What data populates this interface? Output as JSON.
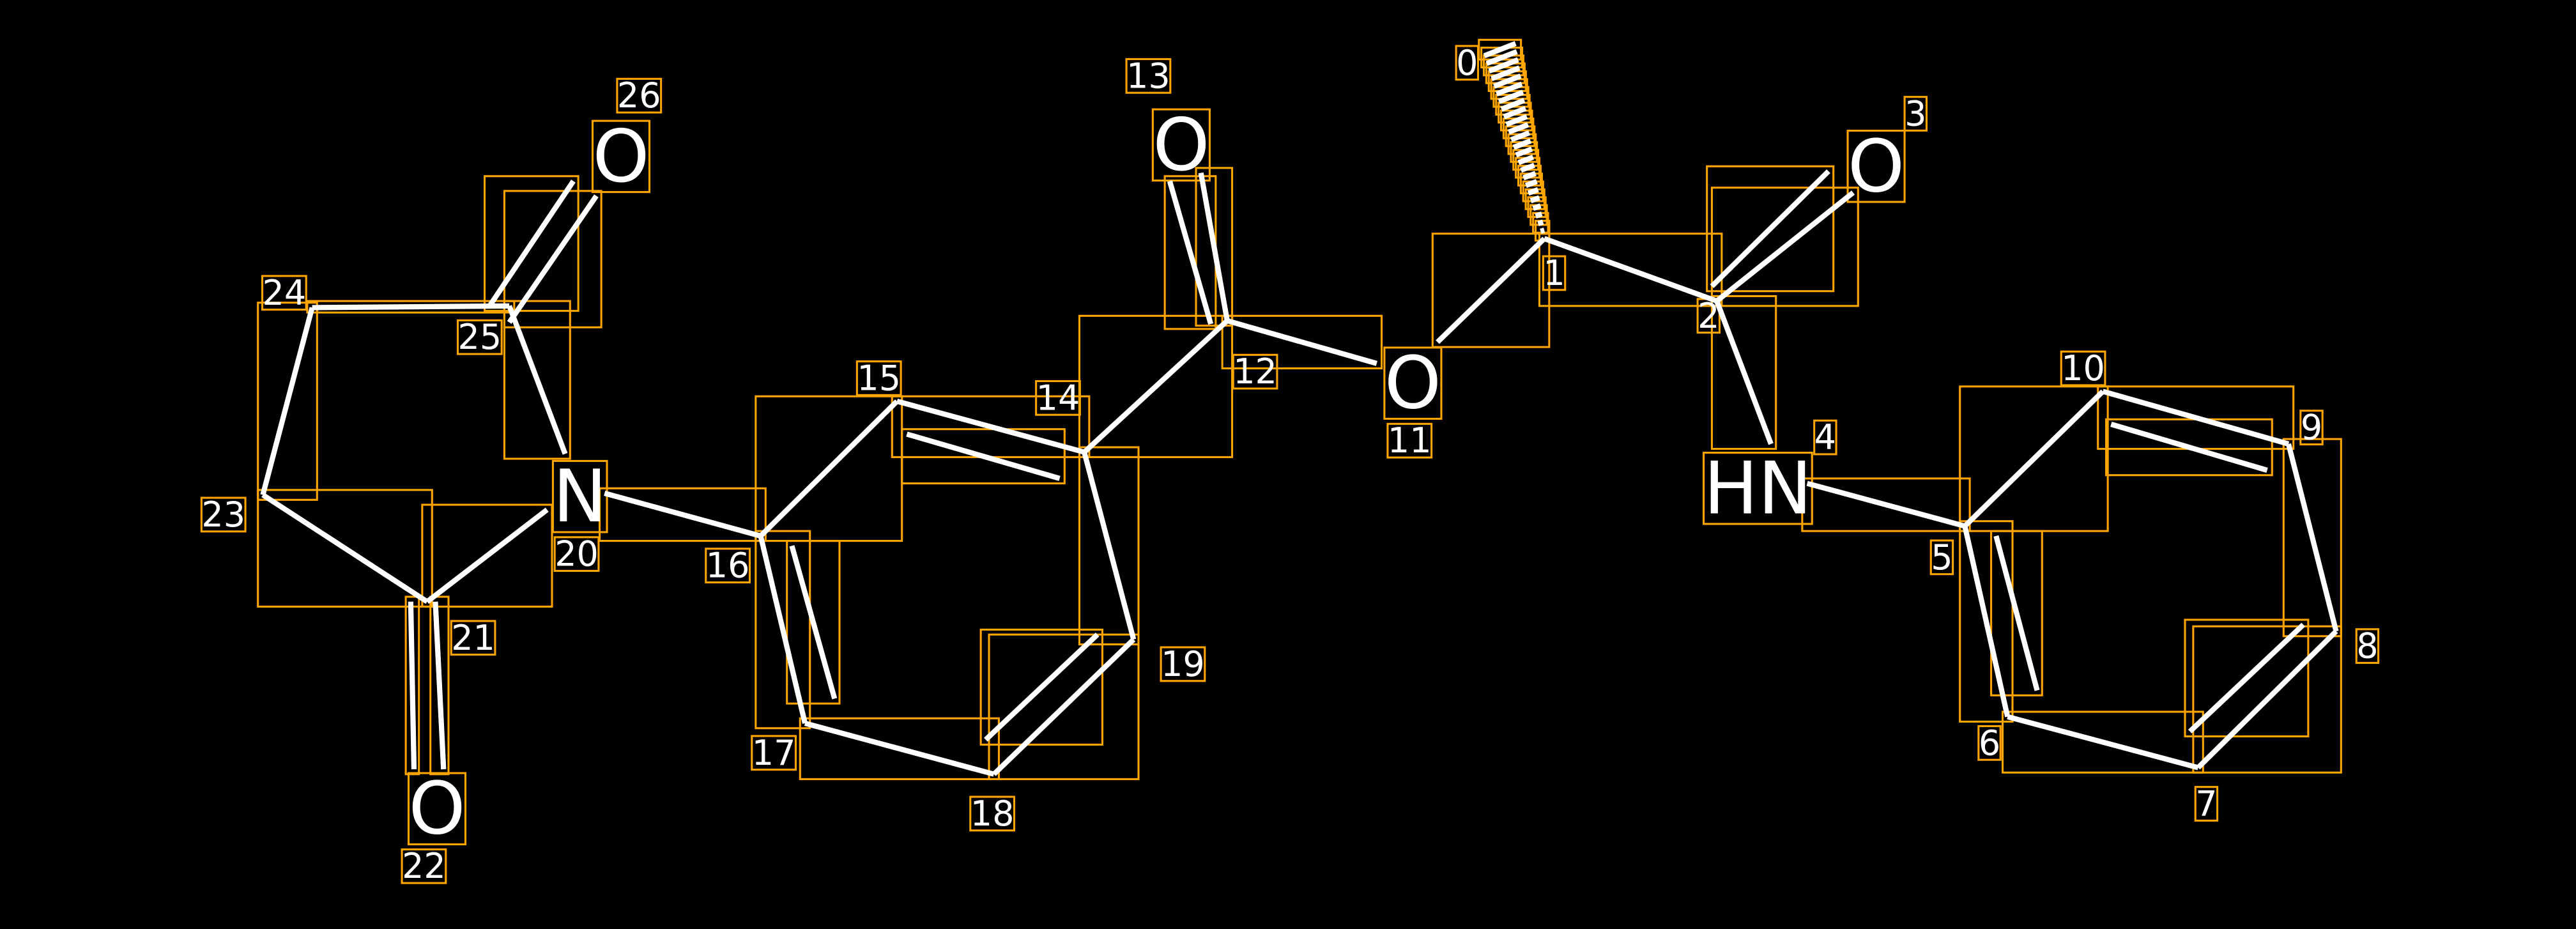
{
  "diagram": {
    "type": "molecule",
    "colors": {
      "background": "#000000",
      "bond": "#ffffff",
      "box": "#ffa500"
    },
    "atoms": [
      {
        "index": "0",
        "symbol": ""
      },
      {
        "index": "1",
        "symbol": ""
      },
      {
        "index": "2",
        "symbol": ""
      },
      {
        "index": "3",
        "symbol": "O"
      },
      {
        "index": "4",
        "symbol": "HN"
      },
      {
        "index": "5",
        "symbol": ""
      },
      {
        "index": "6",
        "symbol": ""
      },
      {
        "index": "7",
        "symbol": ""
      },
      {
        "index": "8",
        "symbol": ""
      },
      {
        "index": "9",
        "symbol": ""
      },
      {
        "index": "10",
        "symbol": ""
      },
      {
        "index": "11",
        "symbol": "O"
      },
      {
        "index": "12",
        "symbol": ""
      },
      {
        "index": "13",
        "symbol": "O"
      },
      {
        "index": "14",
        "symbol": ""
      },
      {
        "index": "15",
        "symbol": ""
      },
      {
        "index": "16",
        "symbol": ""
      },
      {
        "index": "17",
        "symbol": ""
      },
      {
        "index": "18",
        "symbol": ""
      },
      {
        "index": "19",
        "symbol": ""
      },
      {
        "index": "20",
        "symbol": "N"
      },
      {
        "index": "21",
        "symbol": ""
      },
      {
        "index": "22",
        "symbol": "O"
      },
      {
        "index": "23",
        "symbol": ""
      },
      {
        "index": "24",
        "symbol": ""
      },
      {
        "index": "25",
        "symbol": ""
      },
      {
        "index": "26",
        "symbol": "O"
      }
    ],
    "bonds": [
      [
        0,
        1,
        "hashed-wedge"
      ],
      [
        1,
        11,
        "single"
      ],
      [
        1,
        2,
        "single"
      ],
      [
        2,
        3,
        "double"
      ],
      [
        2,
        4,
        "single"
      ],
      [
        4,
        5,
        "single"
      ],
      [
        5,
        6,
        "aromatic"
      ],
      [
        6,
        7,
        "single"
      ],
      [
        7,
        8,
        "double"
      ],
      [
        8,
        9,
        "single"
      ],
      [
        9,
        10,
        "aromatic"
      ],
      [
        10,
        5,
        "single"
      ],
      [
        11,
        12,
        "single"
      ],
      [
        12,
        13,
        "double"
      ],
      [
        12,
        14,
        "single"
      ],
      [
        14,
        15,
        "aromatic"
      ],
      [
        15,
        16,
        "single"
      ],
      [
        16,
        17,
        "aromatic"
      ],
      [
        17,
        18,
        "single"
      ],
      [
        18,
        19,
        "double"
      ],
      [
        19,
        14,
        "single"
      ],
      [
        16,
        20,
        "single"
      ],
      [
        20,
        21,
        "single"
      ],
      [
        21,
        22,
        "double"
      ],
      [
        21,
        23,
        "single"
      ],
      [
        23,
        24,
        "single"
      ],
      [
        24,
        25,
        "single"
      ],
      [
        25,
        26,
        "double"
      ],
      [
        25,
        20,
        "single"
      ]
    ]
  }
}
